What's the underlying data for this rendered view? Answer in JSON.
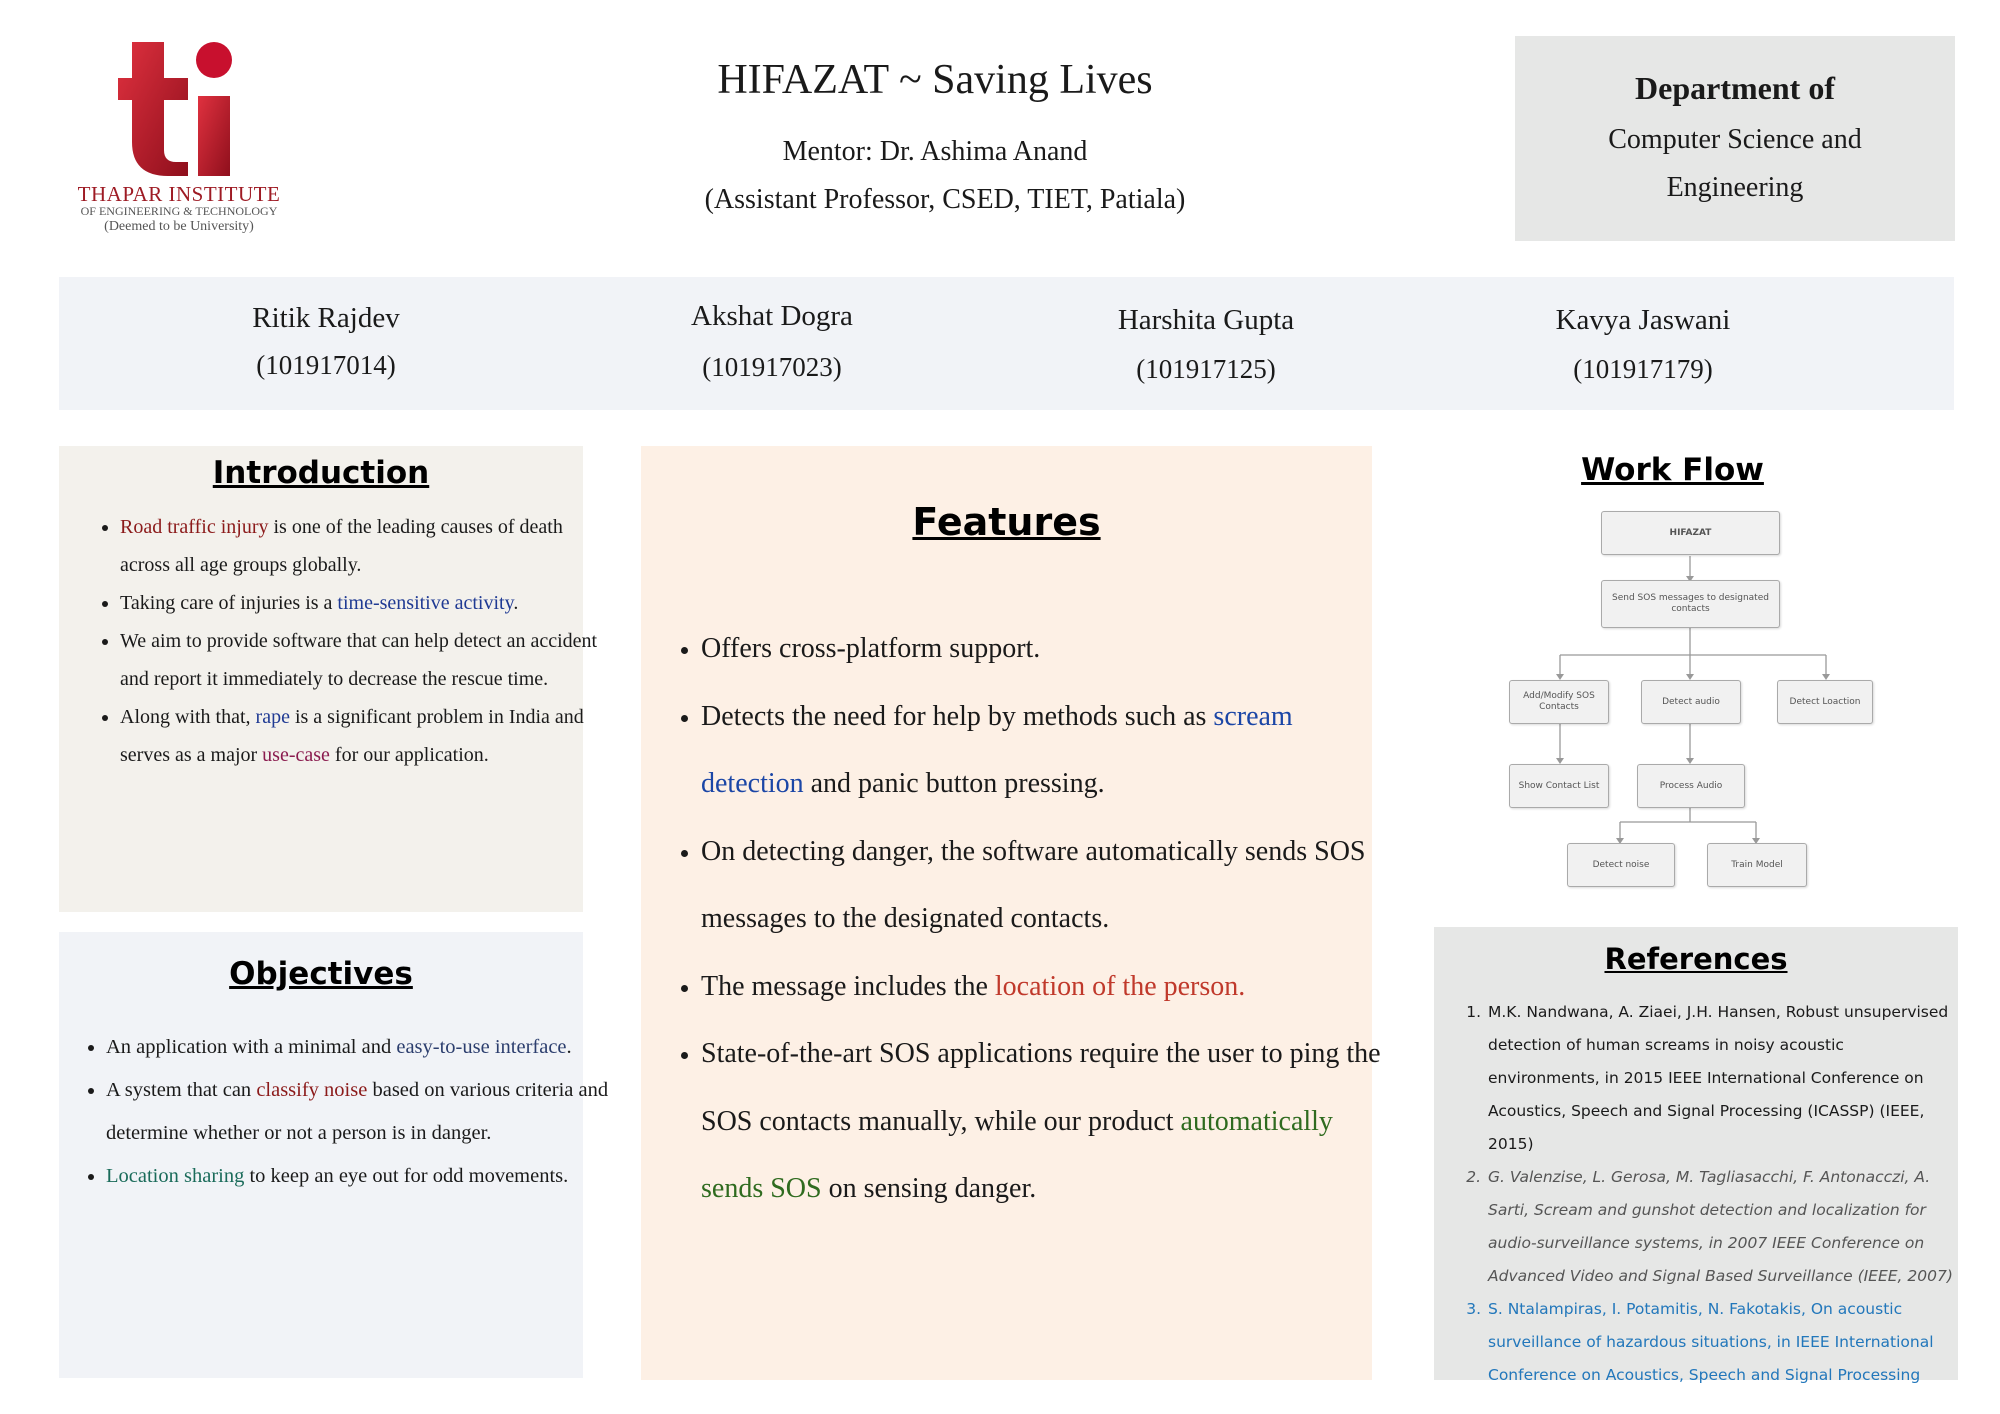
{
  "logo": {
    "name": "THAPAR INSTITUTE",
    "sub": "OF ENGINEERING & TECHNOLOGY",
    "sub2": "(Deemed to be University)"
  },
  "header": {
    "title": "HIFAZAT ~ Saving Lives",
    "mentor": "Mentor: Dr. Ashima Anand",
    "mentor_role": "(Assistant Professor, CSED, TIET, Patiala)"
  },
  "department": {
    "title": "Department of",
    "line1": "Computer Science and",
    "line2": "Engineering"
  },
  "members": [
    {
      "name": "Ritik Rajdev",
      "id": "(101917014)"
    },
    {
      "name": "Akshat Dogra",
      "id": "(101917023)"
    },
    {
      "name": "Harshita Gupta",
      "id": "(101917125)"
    },
    {
      "name": "Kavya Jaswani",
      "id": "(101917179)"
    }
  ],
  "introduction": {
    "heading": "Introduction",
    "items": [
      [
        "Road traffic injury",
        " is one of the leading causes of death across all age groups globally."
      ],
      [
        "Taking care of injuries is a ",
        "time-sensitive activity",
        "."
      ],
      [
        "We aim to provide software that can help detect an accident and report it immediately to decrease the rescue time."
      ],
      [
        "Along with that, ",
        "rape",
        " is a significant problem in India and serves as a major ",
        "use-case",
        " for our application."
      ]
    ]
  },
  "objectives": {
    "heading": "Objectives",
    "items": [
      [
        "An application with a minimal and ",
        "easy-to-use interface",
        "."
      ],
      [
        "A system that can ",
        "classify noise",
        " based on various criteria and determine whether or not a person is in danger."
      ],
      [
        "Location sharing",
        " to keep an eye out for odd movements."
      ]
    ]
  },
  "features": {
    "heading": "Features",
    "items": [
      [
        "Offers cross-platform support."
      ],
      [
        "Detects the need for help by methods such as ",
        "scream detection",
        " and panic button pressing."
      ],
      [
        "On detecting danger, the software automatically sends SOS messages to the designated contacts."
      ],
      [
        "The message includes the ",
        "location of the person."
      ],
      [
        "State-of-the-art SOS applications require the user to ping the SOS contacts manually, while our product ",
        "automatically sends SOS",
        " on sensing danger."
      ]
    ]
  },
  "workflow": {
    "heading": "Work Flow",
    "nodes": {
      "root": "HIFAZAT",
      "send": "Send SOS messages to designated contacts",
      "add": "Add/Modify SOS Contacts",
      "audio": "Detect audio",
      "location": "Detect Loaction",
      "show": "Show Contact List",
      "process": "Process Audio",
      "noise": "Detect noise",
      "train": "Train Model"
    }
  },
  "references": {
    "heading": "References",
    "items": [
      "M.K. Nandwana, A. Ziaei, J.H. Hansen, Robust unsupervised detection of human screams in noisy acoustic environments, in 2015 IEEE International Conference on Acoustics, Speech and Signal Processing (ICASSP) (IEEE, 2015)",
      "G. Valenzise, L. Gerosa, M. Tagliasacchi, F. Antonacczi, A. Sarti, Scream and gunshot detection and localization for audio-surveillance systems, in 2007 IEEE Conference on Advanced Video and Signal Based Surveillance (IEEE, 2007)",
      "S. Ntalampiras, I. Potamitis, N. Fakotakis, On acoustic surveillance of hazardous situations, in IEEE International Conference on Acoustics, Speech and Signal Processing"
    ]
  },
  "colors": {
    "brand_red": "#c8102e",
    "maroon": "#8b1a1a",
    "blue": "#1f3a93",
    "green": "#2f6b1f",
    "ref_blue": "#2277bb"
  }
}
